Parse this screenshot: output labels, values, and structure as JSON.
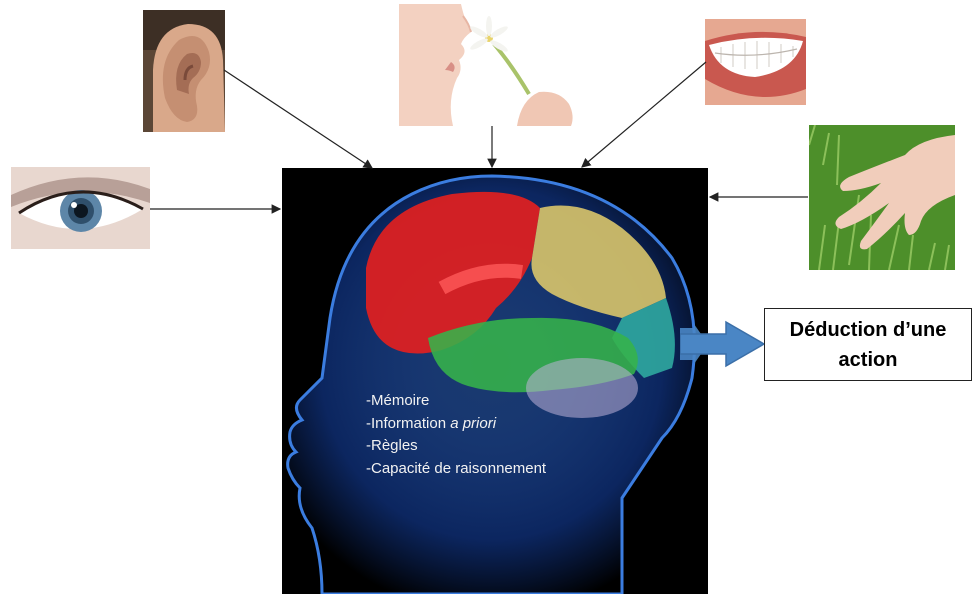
{
  "senses": {
    "ear": "ear-photo",
    "nose": "smelling-flower-photo",
    "mouth": "smiling-mouth-photo",
    "eye": "eye-photo",
    "hand": "hand-on-grass-photo"
  },
  "brain": {
    "notes": [
      "-Mémoire",
      "-Information ",
      "-Règles",
      "-Capacité de raisonnement"
    ],
    "notes_italic_part": "a priori",
    "colors": {
      "frontal": "#e21f1f",
      "parietal": "#d9c56a",
      "temporal": "#35b34a",
      "occipital": "#2fa9a0",
      "head": "#2d6fd6"
    }
  },
  "output": {
    "line1": "Déduction d’une",
    "line2": "action",
    "arrow_color": "#4a86c5"
  },
  "icons": [
    "ear-icon",
    "nose-icon",
    "mouth-icon",
    "eye-icon",
    "hand-icon",
    "brain-icon"
  ]
}
